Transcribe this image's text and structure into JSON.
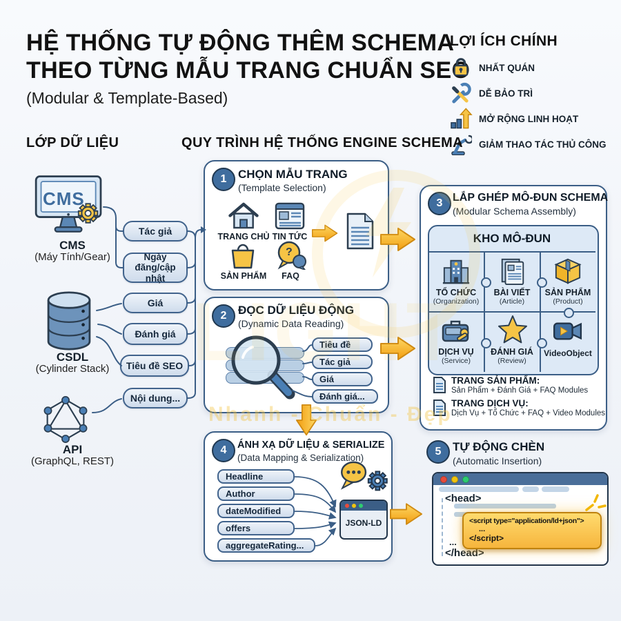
{
  "title": {
    "line1": "HỆ THỐNG TỰ ĐỘNG THÊM SCHEMA",
    "line2": "THEO TỪNG MẪU TRANG CHUẨN SEO",
    "subtitle": "(Modular & Template-Based)"
  },
  "benefits": {
    "title": "LỢI ÍCH CHÍNH",
    "items": [
      {
        "icon": "lock-icon",
        "label": "NHẤT QUÁN"
      },
      {
        "icon": "tools-icon",
        "label": "DỄ BẢO TRÌ"
      },
      {
        "icon": "growth-icon",
        "label": "MỞ RỘNG LINH HOẠT"
      },
      {
        "icon": "robot-arm-icon",
        "label": "GIẢM THAO TÁC THỦ CÔNG"
      }
    ]
  },
  "data_layer": {
    "title": "LỚP DỮ LIỆU",
    "cms": {
      "screen_text": "CMS",
      "name": "CMS",
      "sub": "(Máy Tính/Gear)"
    },
    "csdl": {
      "name": "CSDL",
      "sub": "(Cylinder Stack)"
    },
    "api": {
      "name": "API",
      "sub": "(GraphQL, REST)"
    },
    "fields": [
      "Tác giả",
      "Ngày đăng/cập nhật",
      "Giá",
      "Đánh giá",
      "Tiêu đề SEO",
      "Nội dung..."
    ]
  },
  "process": {
    "title": "QUY TRÌNH HỆ THỐNG ENGINE SCHEMA",
    "step1": {
      "num": "1",
      "title": "CHỌN MẪU TRANG",
      "subtitle": "(Template Selection)",
      "templates": [
        {
          "icon": "home-icon",
          "label": "TRANG CHỦ"
        },
        {
          "icon": "news-icon",
          "label": "TIN TỨC"
        },
        {
          "icon": "shopping-bag-icon",
          "label": "SẢN PHẨM"
        },
        {
          "icon": "faq-icon",
          "label": "FAQ"
        }
      ],
      "faq_mark": "?"
    },
    "step2": {
      "num": "2",
      "title": "ĐỌC DỮ LIỆU ĐỘNG",
      "subtitle": "(Dynamic Data Reading)",
      "fields": [
        "Tiêu đề",
        "Tác giả",
        "Giá",
        "Đánh giá..."
      ]
    },
    "step3": {
      "num": "3",
      "title": "LẮP GHÉP MÔ-ĐUN SCHEMA",
      "subtitle": "(Modular Schema Assembly)",
      "warehouse_title": "KHO MÔ-ĐUN",
      "modules": [
        {
          "icon": "organization-icon",
          "name": "TỔ CHỨC",
          "sub": "(Organization)"
        },
        {
          "icon": "article-icon",
          "name": "BÀI VIẾT",
          "sub": "(Article)"
        },
        {
          "icon": "product-box-icon",
          "name": "SẢN PHẨM",
          "sub": "(Product)"
        },
        {
          "icon": "service-icon",
          "name": "DỊCH VỤ",
          "sub": "(Service)"
        },
        {
          "icon": "review-star-icon",
          "name": "ĐÁNH GIÁ",
          "sub": "(Review)"
        },
        {
          "icon": "video-icon",
          "name": "VideoObject",
          "sub": ""
        }
      ],
      "recipes": [
        {
          "title": "TRANG SẢN PHẨM:",
          "desc": "Sản Phẩm + Đánh Giá + FAQ Modules"
        },
        {
          "title": "TRANG DỊCH VỤ:",
          "desc": "Dịch Vụ + Tổ Chức + FAQ + Video Modules"
        }
      ]
    },
    "step4": {
      "num": "4",
      "title": "ÁNH XẠ DỮ LIỆU & SERIALIZE",
      "subtitle": "(Data Mapping & Serialization)",
      "fields": [
        "Headline",
        "Author",
        "dateModified",
        "offers",
        "aggregateRating..."
      ],
      "output_label": "JSON-LD"
    },
    "step5": {
      "num": "5",
      "title": "TỰ ĐỘNG CHÈN",
      "subtitle": "(Automatic Insertion)",
      "head_open": "<head>",
      "ellipsis": "...",
      "head_close": "</head>",
      "script_open": "<script type=\"application/ld+json\">",
      "script_body": "...",
      "script_close": "</script>"
    }
  },
  "watermark": {
    "logo": "LIGHT",
    "tagline": "Nhanh - Chuẩn - Đẹp"
  },
  "colors": {
    "navy": "#2c3e50",
    "steel": "#3f6d9e",
    "panel_border": "#3b5e86",
    "pill_bg": "#dbe6f2",
    "accent_yellow": "#f6c445",
    "arrow_dark": "#cf8a12",
    "dot_red": "#e74c3c",
    "dot_yellow": "#f1c40f",
    "dot_green": "#2ecc71"
  }
}
